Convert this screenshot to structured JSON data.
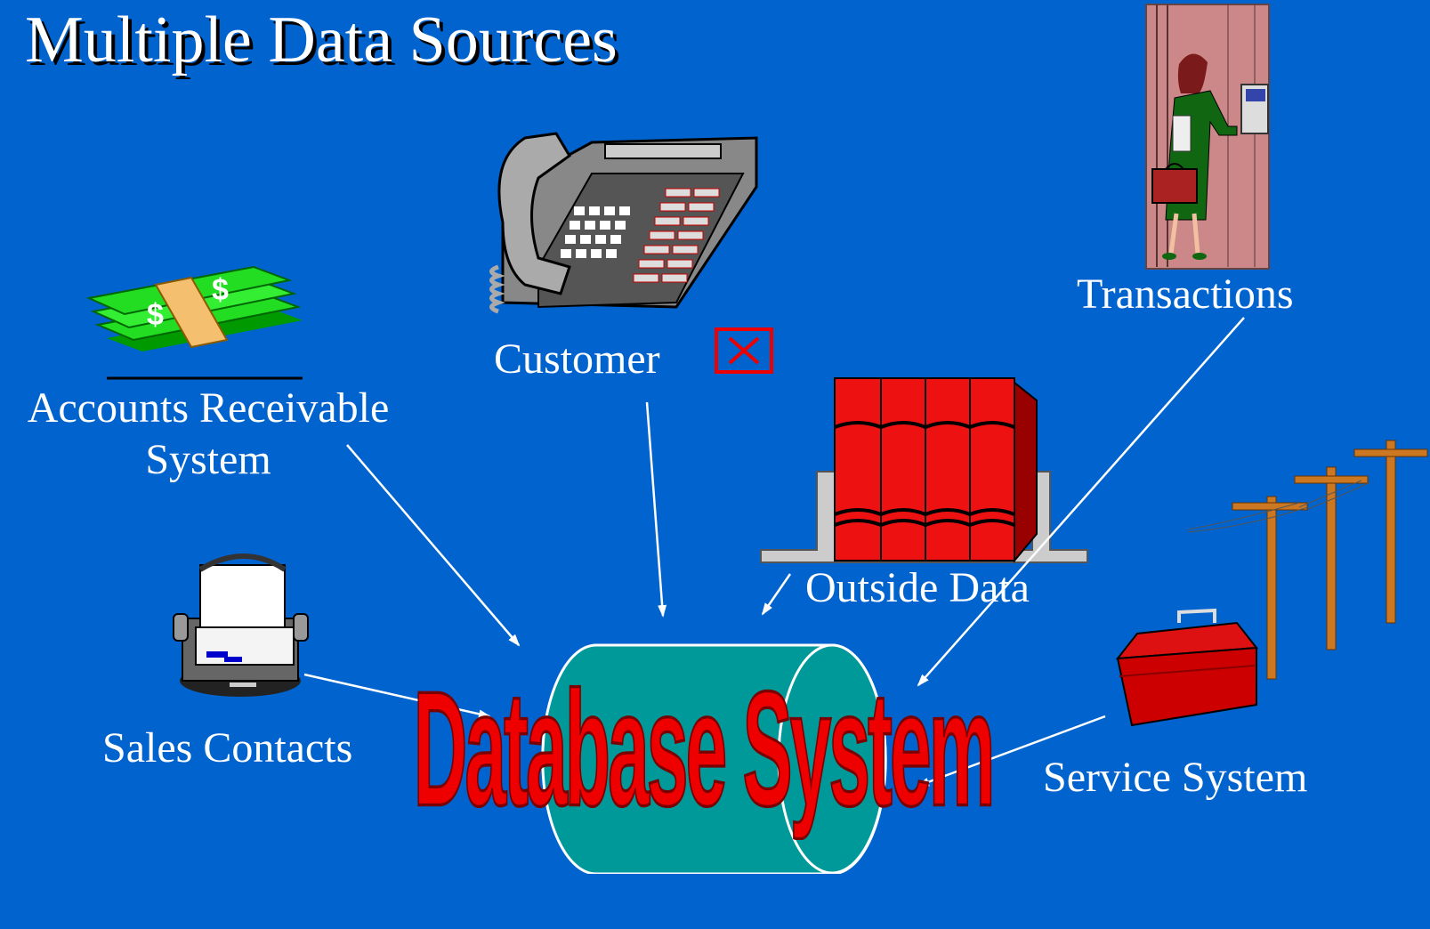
{
  "title": "Multiple Data Sources",
  "hub": {
    "label": "Database System"
  },
  "sources": {
    "accounts": {
      "line1": "Accounts Receivable",
      "line2": "System",
      "icon": "money-stack-icon"
    },
    "customer": {
      "label": "Customer",
      "icon": "telephone-icon"
    },
    "transactions": {
      "label": "Transactions",
      "icon": "atm-customer-icon"
    },
    "outside": {
      "label": "Outside Data",
      "icon": "books-icon"
    },
    "sales": {
      "label": "Sales Contacts",
      "icon": "rolodex-icon"
    },
    "service": {
      "label": "Service System",
      "icon": "toolbox-icon"
    }
  },
  "colors": {
    "background": "#0063CE",
    "cylinder": "#009999",
    "hub_text": "#ee0000",
    "arrows": "#ffffff"
  }
}
